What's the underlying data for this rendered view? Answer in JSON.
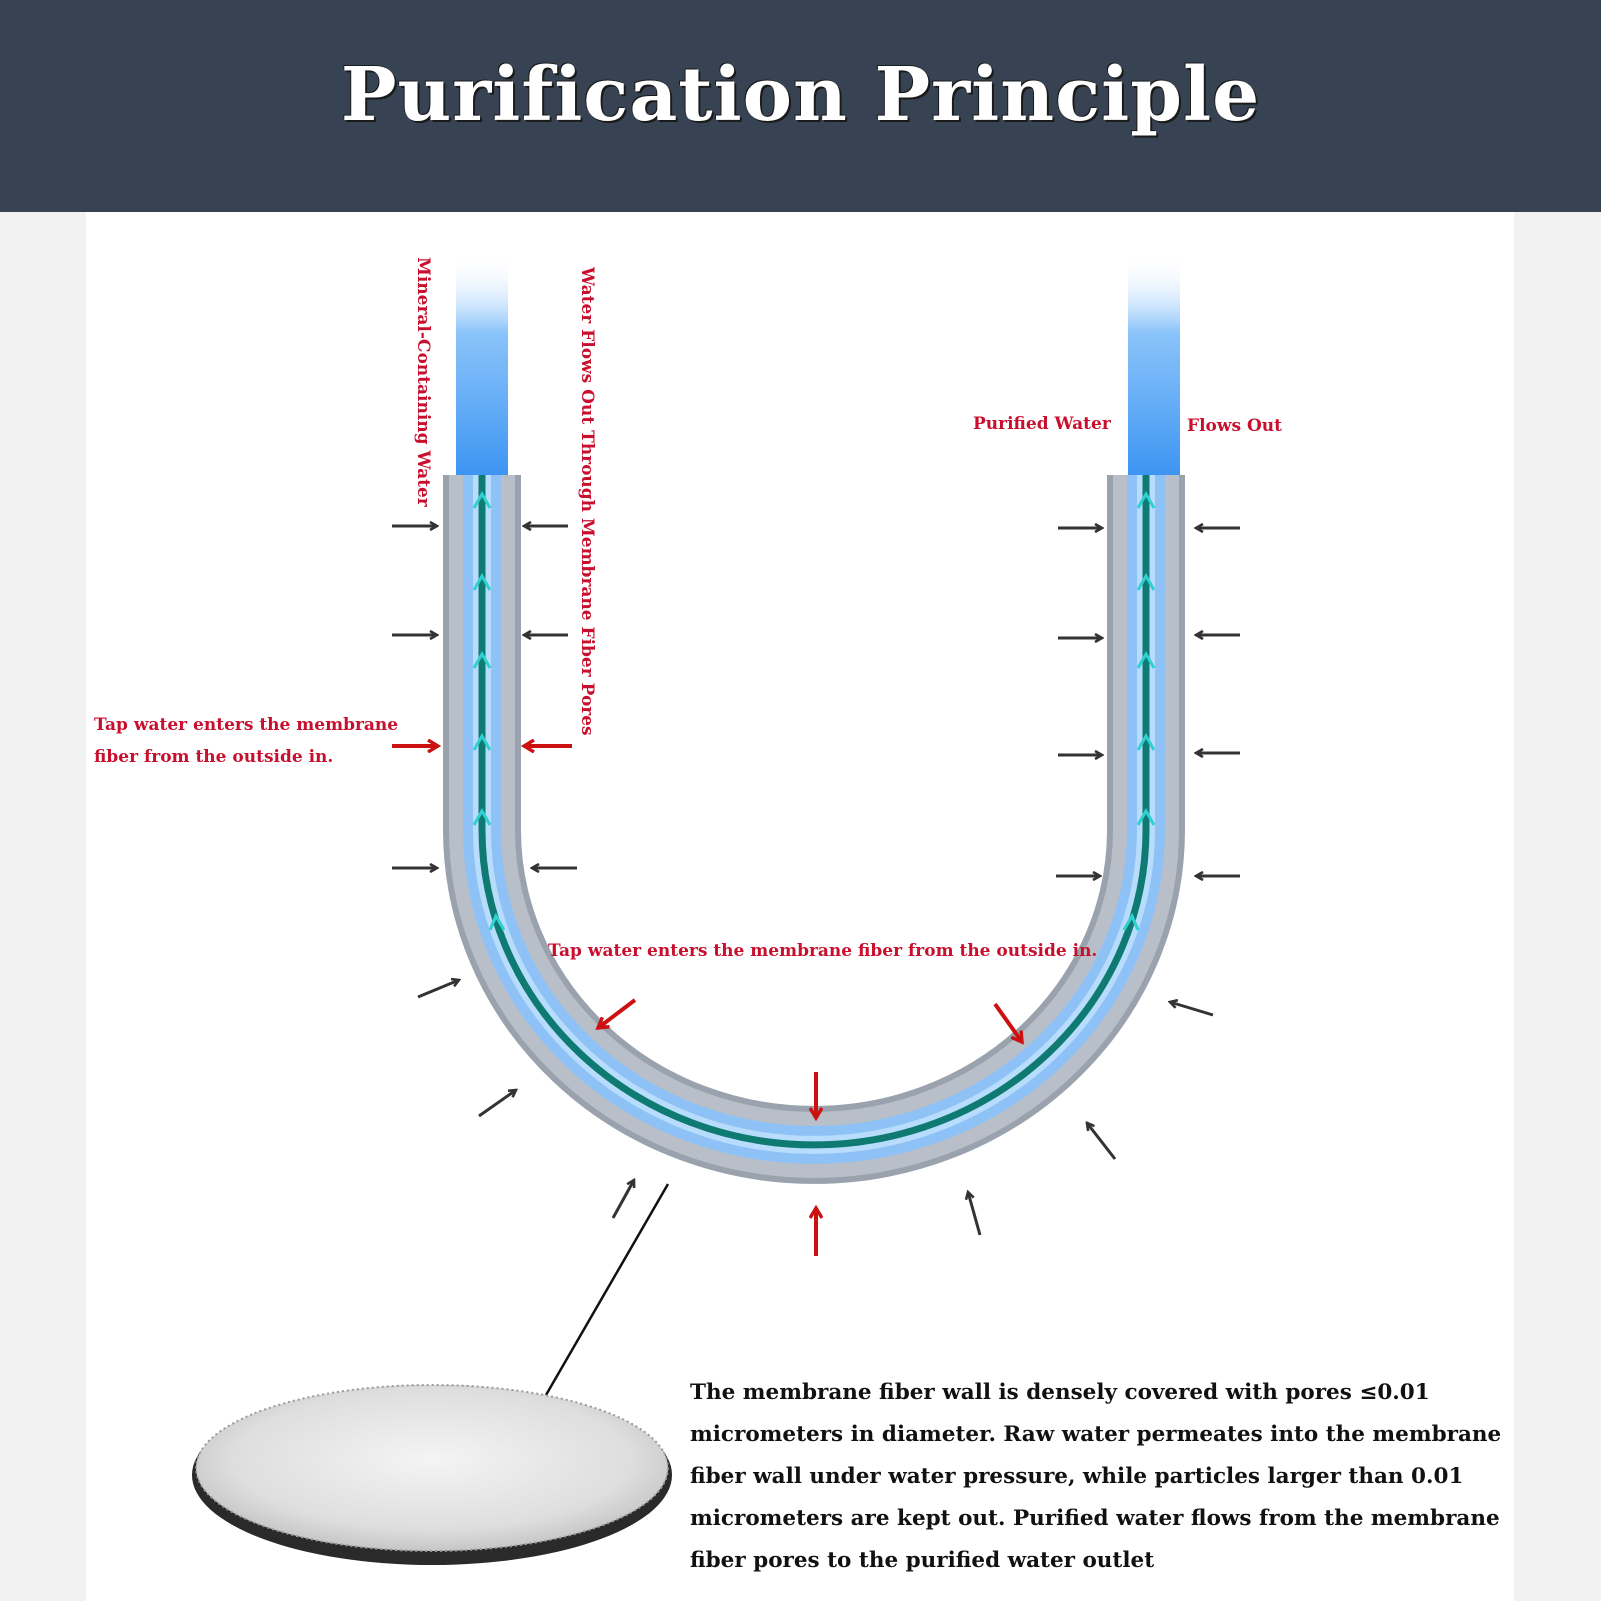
{
  "header": {
    "title": "Purification Principle"
  },
  "labels": {
    "mineral_water": "Mineral-Containing Water",
    "flows_out_pores": "Water Flows Out Through Membrane Fiber Pores",
    "purified_water": "Purified Water",
    "flows_out": "Flows Out",
    "tap_left_line1": "Tap water enters the membrane",
    "tap_left_line2": "fiber from the outside in.",
    "tap_center": "Tap water enters the membrane fiber from the outside in."
  },
  "description": "The membrane fiber wall is densely covered with pores ≤0.01 micrometers in diameter. Raw water permeates into the membrane fiber wall under water pressure, while particles larger than 0.01 micrometers are kept out. Purified water flows from the membrane fiber pores to the purified water outlet",
  "colors": {
    "header_bg": "#374352",
    "label_red": "#c8102e",
    "tube_gray": "#b4bac4",
    "water_blue": "#4a9ef5",
    "flow_teal": "#0f7a72",
    "arrow_dark": "#333333",
    "arrow_red": "#cc1111"
  }
}
